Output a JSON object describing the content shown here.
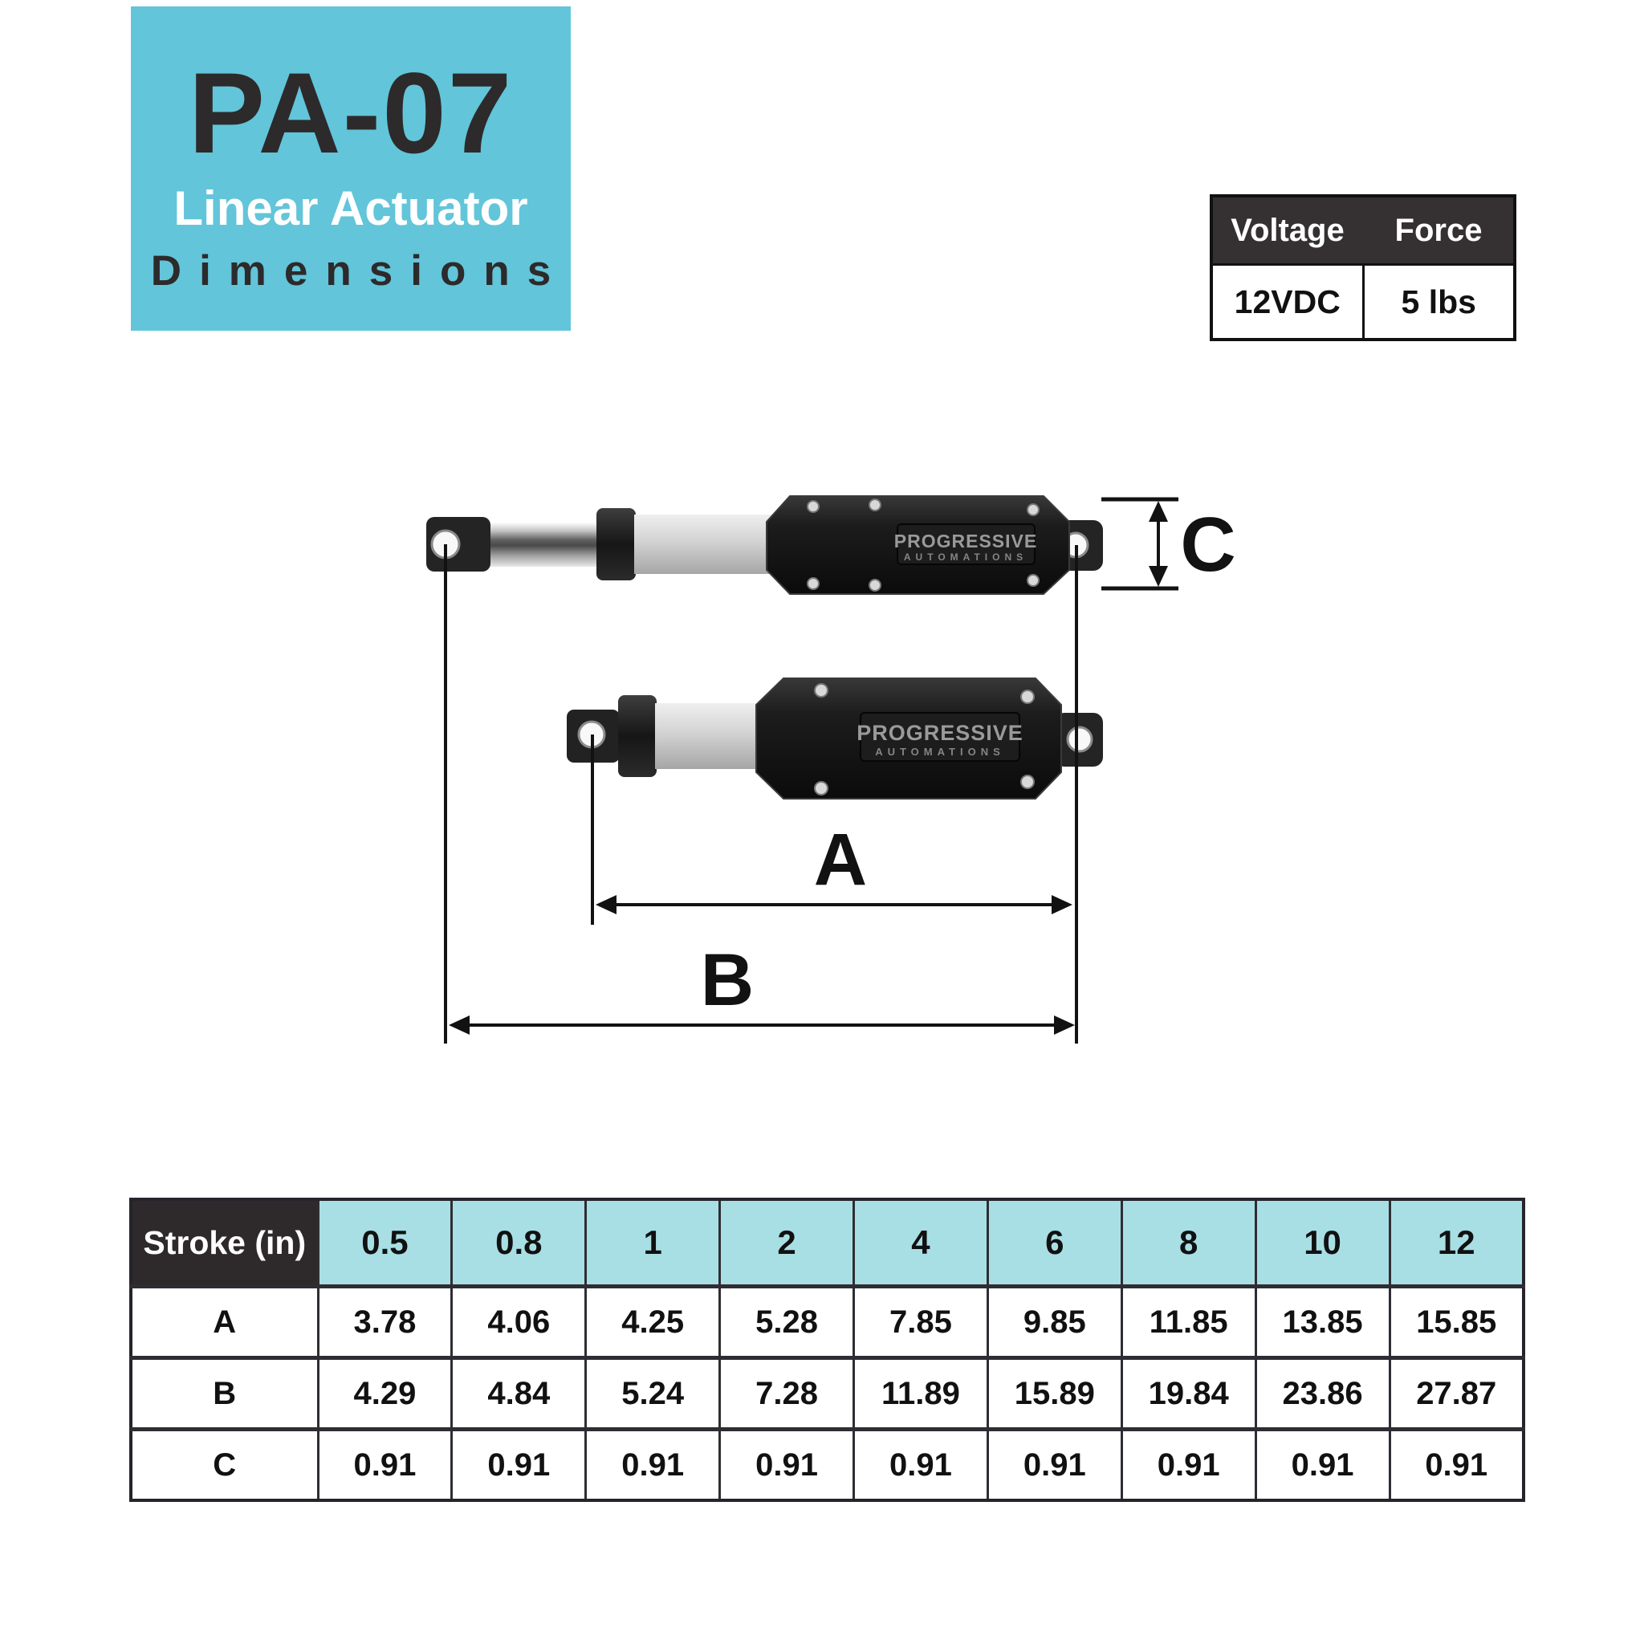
{
  "title_block": {
    "model": "PA-07",
    "subtitle": "Linear Actuator",
    "subtitle2": "Dimensions"
  },
  "spec_table": {
    "headers": [
      "Voltage",
      "Force"
    ],
    "values": [
      "12VDC",
      "5 lbs"
    ]
  },
  "diagram": {
    "label_a": "A",
    "label_b": "B",
    "label_c": "C",
    "brand_line1": "PROGRESSIVE",
    "brand_line2": "AUTOMATIONS"
  },
  "dim_table": {
    "row_header": "Stroke (in)",
    "strokes": [
      "0.5",
      "0.8",
      "1",
      "2",
      "4",
      "6",
      "8",
      "10",
      "12"
    ],
    "rows": [
      {
        "label": "A",
        "values": [
          "3.78",
          "4.06",
          "4.25",
          "5.28",
          "7.85",
          "9.85",
          "11.85",
          "13.85",
          "15.85"
        ]
      },
      {
        "label": "B",
        "values": [
          "4.29",
          "4.84",
          "5.24",
          "7.28",
          "11.89",
          "15.89",
          "19.84",
          "23.86",
          "27.87"
        ]
      },
      {
        "label": "C",
        "values": [
          "0.91",
          "0.91",
          "0.91",
          "0.91",
          "0.91",
          "0.91",
          "0.91",
          "0.91",
          "0.91"
        ]
      }
    ]
  },
  "colors": {
    "accent_teal": "#62c5d9",
    "table_teal": "#a8dfe4",
    "dark": "#2e2a2b"
  }
}
